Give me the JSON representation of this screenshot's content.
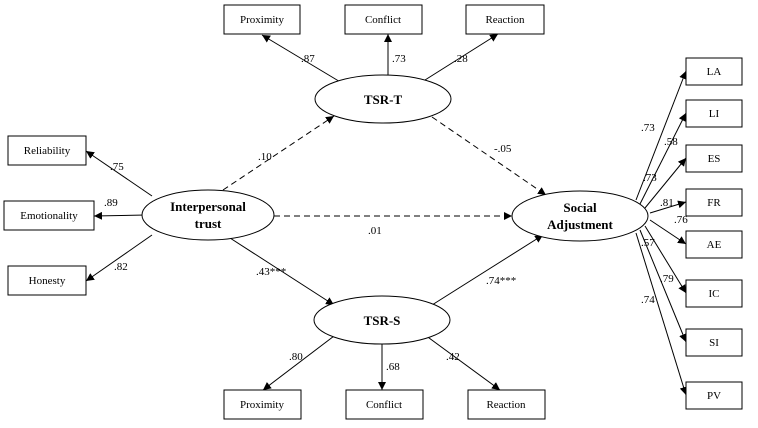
{
  "latent": {
    "tsr_t": "TSR-T",
    "tsr_s": "TSR-S",
    "trust_line1": "Interpersonal",
    "trust_line2": "trust",
    "social_line1": "Social",
    "social_line2": "Adjustment"
  },
  "indicators": {
    "tsr_t": [
      "Proximity",
      "Conflict",
      "Reaction"
    ],
    "tsr_s": [
      "Proximity",
      "Conflict",
      "Reaction"
    ],
    "trust": [
      "Reliability",
      "Emotionality",
      "Honesty"
    ],
    "social": [
      "LA",
      "LI",
      "ES",
      "FR",
      "AE",
      "IC",
      "SI",
      "PV"
    ]
  },
  "loadings": {
    "tsr_t": [
      ".87",
      ".73",
      ".28"
    ],
    "tsr_s": [
      ".80",
      ".68",
      ".42"
    ],
    "trust": [
      ".75",
      ".89",
      ".82"
    ],
    "social": [
      ".73",
      ".58",
      ".73",
      ".81",
      ".76",
      ".57",
      ".79",
      ".74"
    ]
  },
  "paths": {
    "trust_to_tsr_t": ".10",
    "tsr_t_to_social": "-.05",
    "trust_to_social": ".01",
    "trust_to_tsr_s": ".43***",
    "tsr_s_to_social": ".74***"
  }
}
